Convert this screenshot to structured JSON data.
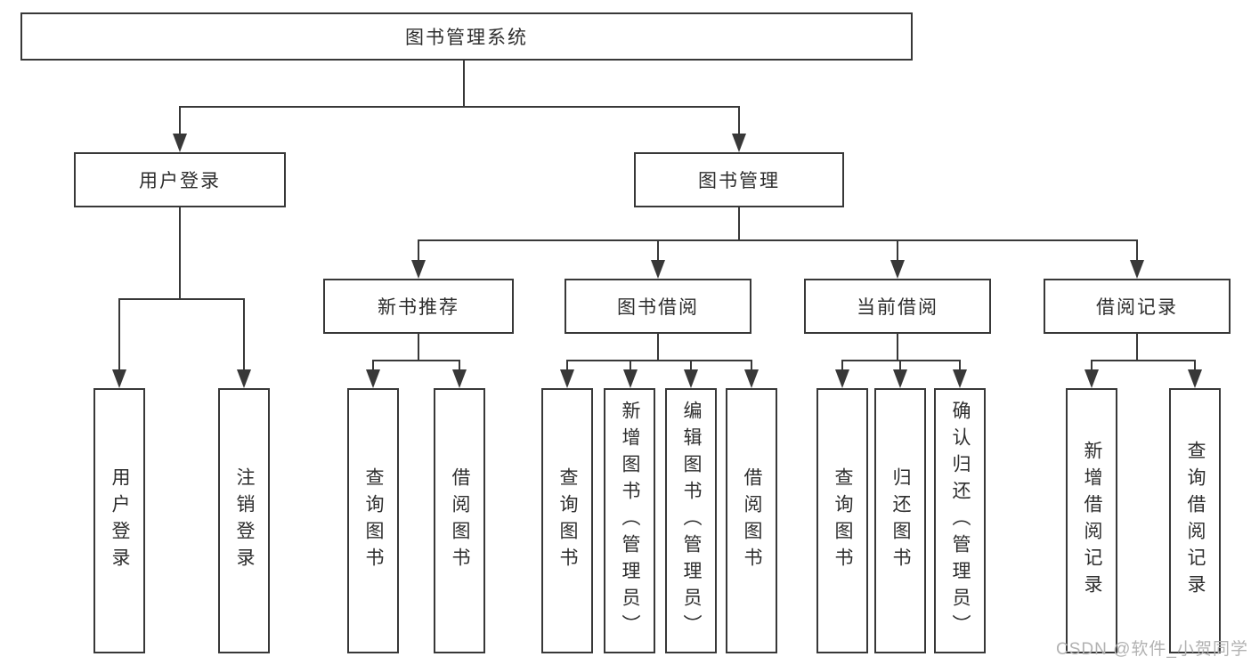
{
  "diagram_title": "图书管理系统",
  "tree": {
    "root": {
      "label": "图书管理系统"
    },
    "branches": [
      {
        "label": "用户登录",
        "children": [
          {
            "label": "用户登录"
          },
          {
            "label": "注销登录"
          }
        ]
      },
      {
        "label": "图书管理",
        "children": [
          {
            "label": "新书推荐",
            "children": [
              {
                "label": "查询图书"
              },
              {
                "label": "借阅图书"
              }
            ]
          },
          {
            "label": "图书借阅",
            "children": [
              {
                "label": "查询图书"
              },
              {
                "label": "新增图书（管理员）"
              },
              {
                "label": "编辑图书（管理员）"
              },
              {
                "label": "借阅图书"
              }
            ]
          },
          {
            "label": "当前借阅",
            "children": [
              {
                "label": "查询图书"
              },
              {
                "label": "归还图书"
              },
              {
                "label": "确认归还（管理员）"
              }
            ]
          },
          {
            "label": "借阅记录",
            "children": [
              {
                "label": "新增借阅记录"
              },
              {
                "label": "查询借阅记录"
              }
            ]
          }
        ]
      }
    ]
  },
  "watermark": "CSDN @软件_小贺同学",
  "colors": {
    "line": "#383838",
    "text": "#2e2e2e",
    "wm": "#b2b2b2",
    "bg": "#ffffff"
  }
}
